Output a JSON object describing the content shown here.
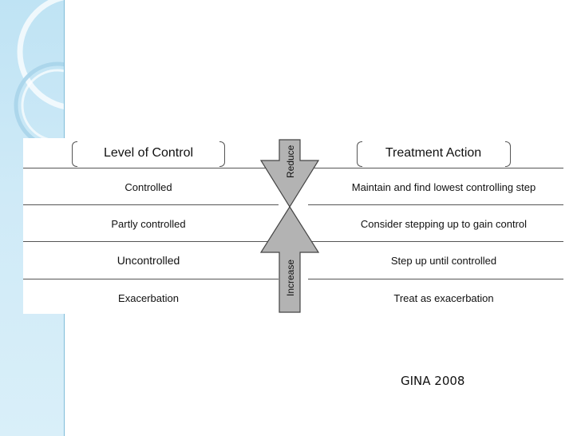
{
  "diagram": {
    "headers": {
      "level": "Level of Control",
      "action": "Treatment Action"
    },
    "arrows": {
      "reduce": "Reduce",
      "increase": "Increase",
      "color": "#b3b3b3"
    },
    "rows": [
      {
        "level": "Controlled",
        "action": "Maintain and find lowest controlling step"
      },
      {
        "level": "Partly controlled",
        "action": "Consider stepping up to gain control"
      },
      {
        "level": "Uncontrolled",
        "action": "Step up until controlled"
      },
      {
        "level": "Exacerbation",
        "action": "Treat as exacerbation"
      }
    ]
  },
  "source": "GINA 2008",
  "theme": {
    "stripe": "#cfeaf7",
    "line": "#555555"
  }
}
